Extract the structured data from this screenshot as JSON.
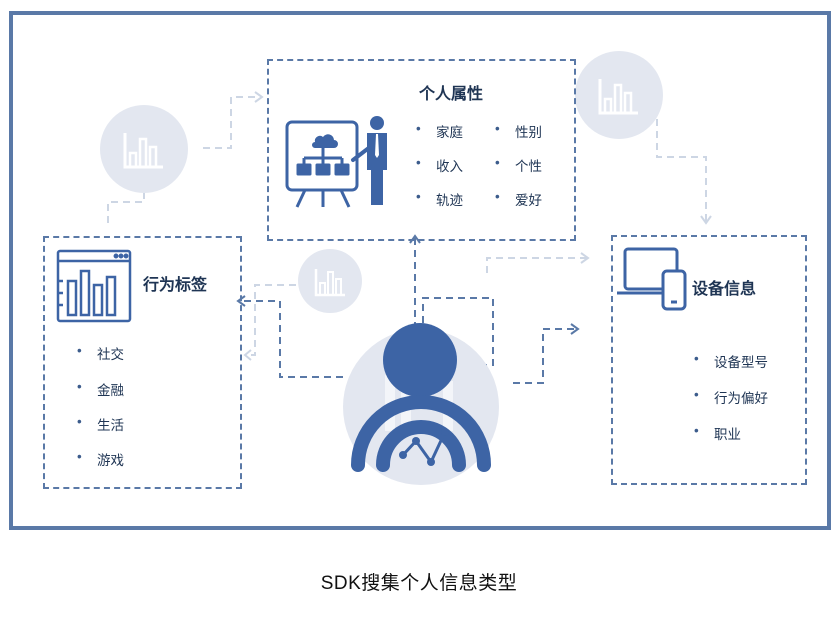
{
  "diagram": {
    "center": {
      "name": "user"
    },
    "personal_attributes": {
      "title": "个人属性",
      "items": [
        "家庭",
        "性别",
        "收入",
        "个性",
        "轨迹",
        "爱好"
      ]
    },
    "behavior_tags": {
      "title": "行为标签",
      "items": [
        "社交",
        "金融",
        "生活",
        "游戏"
      ]
    },
    "device_info": {
      "title": "设备信息",
      "items": [
        "设备型号",
        "行为偏好",
        "职业"
      ]
    }
  },
  "caption": "SDK搜集个人信息类型",
  "colors": {
    "frame": "#5a79a7",
    "accent": "#3d64a5",
    "dashed_line": "#cdd6e4",
    "circle_fill": "#e3e7f0",
    "text": "#1f3554"
  },
  "icons": [
    "bar-chart-icon",
    "presentation-icon",
    "browser-chart-icon",
    "devices-icon",
    "user-analytics-icon"
  ]
}
